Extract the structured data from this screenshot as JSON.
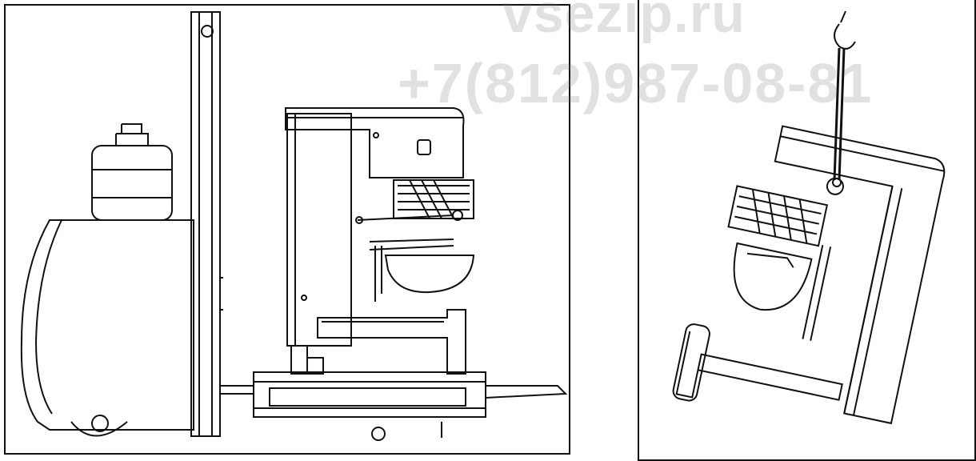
{
  "watermark": {
    "site": "vsezip.ru",
    "phone": "+7(812)987-08-81",
    "color": "#bdbdbd"
  },
  "figures": [
    {
      "id": "left",
      "subject": "mixer on pallet beside forklift mast"
    },
    {
      "id": "right",
      "subject": "mixer lifted by crane hook"
    }
  ],
  "colors": {
    "line": "#111111",
    "background": "#ffffff"
  }
}
